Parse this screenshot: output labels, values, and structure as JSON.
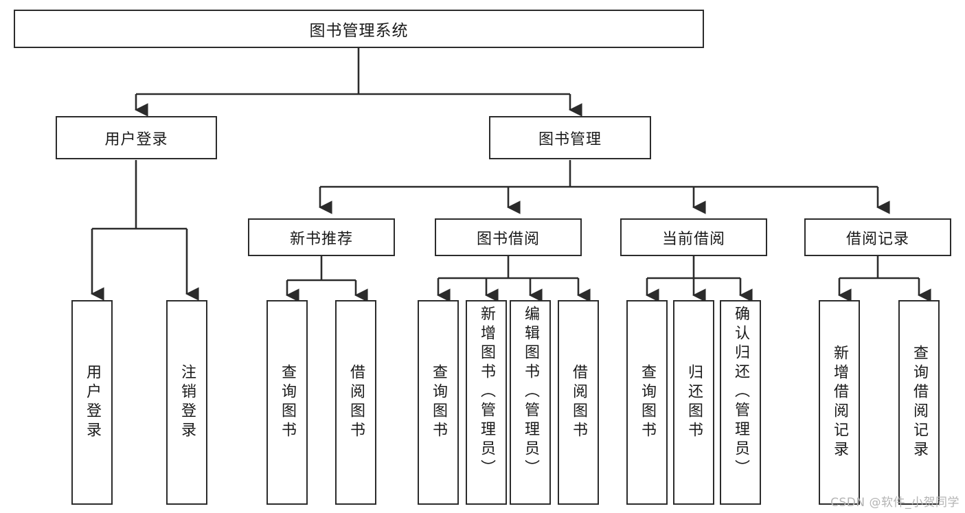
{
  "diagram": {
    "title": "图书管理系统",
    "type": "hierarchy-tree",
    "stroke_color": "#2b2b2b",
    "background_color": "#ffffff",
    "text_color": "#1a1a1a"
  },
  "nodes": {
    "root": {
      "label": "图书管理系统",
      "level": 0
    },
    "level1": [
      {
        "id": "user-login",
        "label": "用户登录"
      },
      {
        "id": "book-manage",
        "label": "图书管理"
      }
    ],
    "level2": [
      {
        "id": "new-book-rec",
        "label": "新书推荐"
      },
      {
        "id": "book-borrow",
        "label": "图书借阅"
      },
      {
        "id": "current-borrow",
        "label": "当前借阅"
      },
      {
        "id": "borrow-record",
        "label": "借阅记录"
      }
    ],
    "leaves": {
      "user-login": [
        {
          "id": "leaf-user-login",
          "label": "用户登录"
        },
        {
          "id": "leaf-logout",
          "label": "注销登录"
        }
      ],
      "new-book-rec": [
        {
          "id": "leaf-query-book-1",
          "label": "查询图书"
        },
        {
          "id": "leaf-borrow-book-1",
          "label": "借阅图书"
        }
      ],
      "book-borrow": [
        {
          "id": "leaf-query-book-2",
          "label": "查询图书"
        },
        {
          "id": "leaf-add-book",
          "label": "新增图书（管理员）"
        },
        {
          "id": "leaf-edit-book",
          "label": "编辑图书（管理员）"
        },
        {
          "id": "leaf-borrow-book-2",
          "label": "借阅图书"
        }
      ],
      "current-borrow": [
        {
          "id": "leaf-query-book-3",
          "label": "查询图书"
        },
        {
          "id": "leaf-return-book",
          "label": "归还图书"
        },
        {
          "id": "leaf-confirm-return",
          "label": "确认归还（管理员）"
        }
      ],
      "borrow-record": [
        {
          "id": "leaf-add-record",
          "label": "新增借阅记录"
        },
        {
          "id": "leaf-query-record",
          "label": "查询借阅记录"
        }
      ]
    }
  },
  "watermark": {
    "text": "CSDN @软件_小贺同学"
  }
}
